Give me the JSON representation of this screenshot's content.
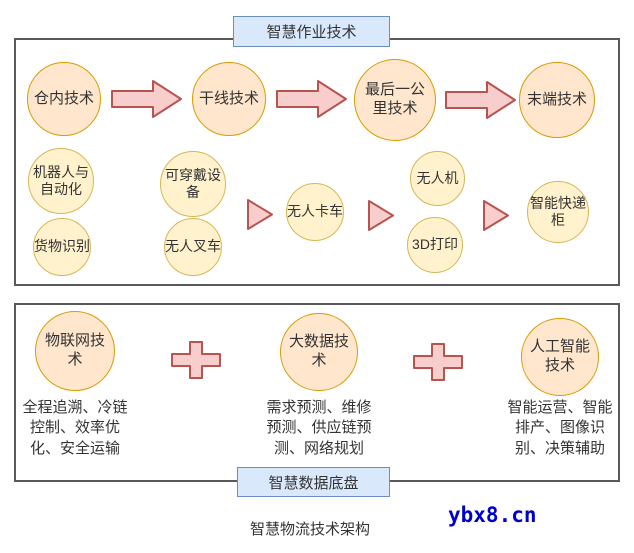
{
  "top_section": {
    "title": "智慧作业技术",
    "chain": [
      "仓内技术",
      "干线技术",
      "最后一公\n里技术",
      "末端技术"
    ],
    "sub_nodes": [
      "机器人与\n自动化",
      "货物识别",
      "可穿戴设\n备",
      "无人叉车",
      "无人卡车",
      "无人机",
      "3D打印",
      "智能快递\n柜"
    ]
  },
  "bottom_section": {
    "title": "智慧数据底盘",
    "technologies": [
      {
        "name": "物联网技\n术",
        "applications": "全程追溯、冷链\n控制、效率优\n化、安全运输"
      },
      {
        "name": "大数据技\n术",
        "applications": "需求预测、维修\n预测、供应链预\n测、网络规划"
      },
      {
        "name": "人工智能\n技术",
        "applications": "智能运营、智能\n排产、图像识\n别、决策辅助"
      }
    ]
  },
  "caption": "智慧物流技术架构",
  "watermark": "ybx8.cn",
  "icons": {
    "flow_connector": "arrow-right-icon",
    "sub_flow_connector": "triangle-right-icon",
    "combine_connector": "plus-icon"
  },
  "colors": {
    "primary_circle_fill": "#ffe6cc",
    "primary_circle_border": "#d79b00",
    "secondary_circle_fill": "#fff2cc",
    "secondary_circle_border": "#d6b656",
    "connector_fill": "#f8cecc",
    "connector_border": "#b85450",
    "label_box_fill": "#dae8fc",
    "label_box_border": "#6c8ebf",
    "frame_border": "#595959",
    "watermark_color": "#0000cc"
  }
}
